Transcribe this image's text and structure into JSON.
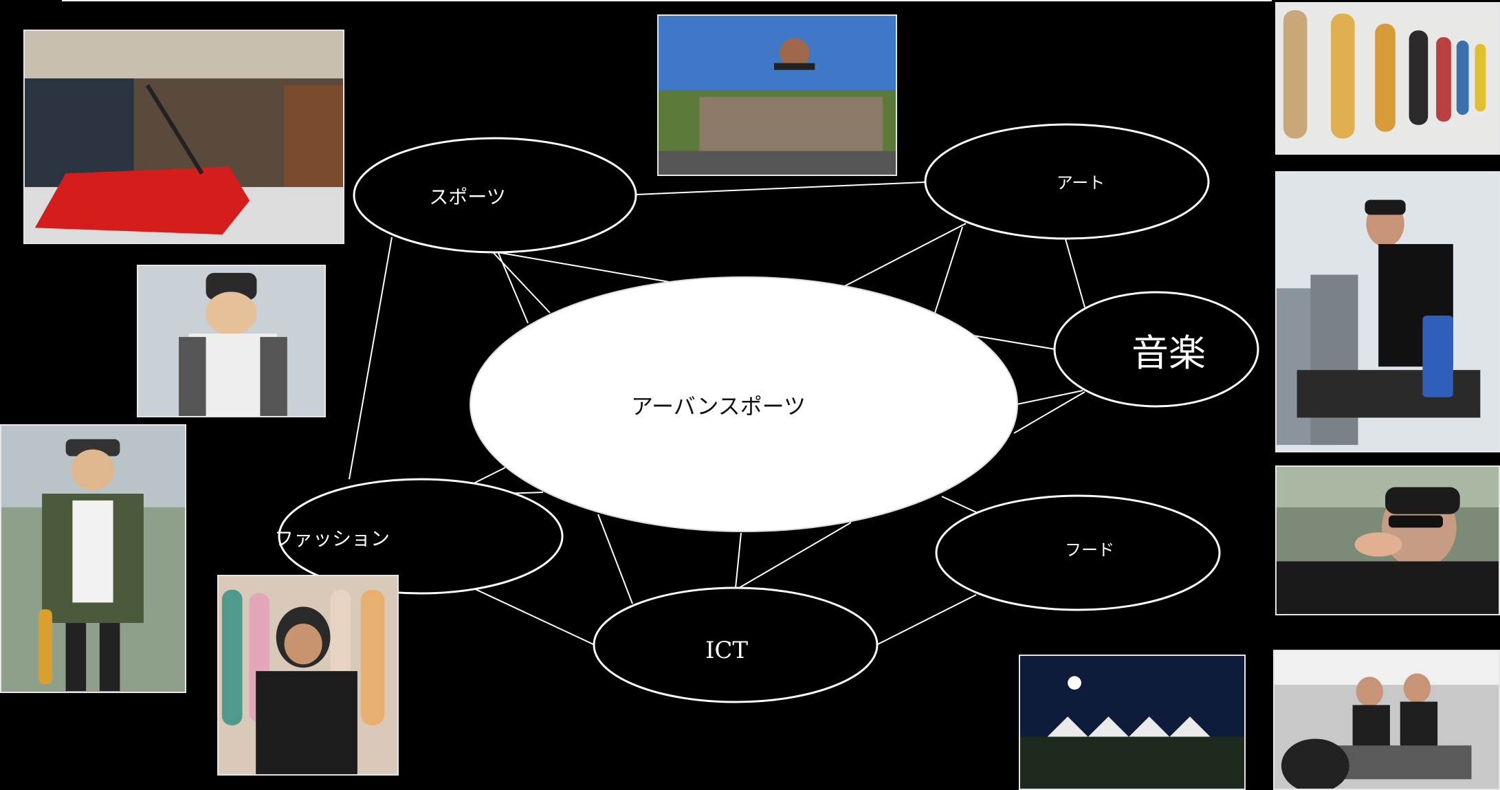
{
  "center": {
    "label": "アーバンスポーツ"
  },
  "nodes": [
    {
      "id": "sports",
      "label": "スポーツ"
    },
    {
      "id": "art",
      "label": "アート"
    },
    {
      "id": "music",
      "label": "音楽"
    },
    {
      "id": "food",
      "label": "フード"
    },
    {
      "id": "ict",
      "label": "ICT"
    },
    {
      "id": "fashion",
      "label": "ファッション"
    }
  ],
  "photos": [
    {
      "name": "photo-palace-skate-store",
      "icon": "store-interior-photo"
    },
    {
      "name": "photo-skateboard-jump",
      "icon": "skateboarder-crowd-photo"
    },
    {
      "name": "photo-skateboard-decks",
      "icon": "skateboard-decks-photo"
    },
    {
      "name": "photo-beanie-girl",
      "icon": "street-fashion-photo"
    },
    {
      "name": "photo-dj",
      "icon": "dj-performance-photo"
    },
    {
      "name": "photo-street-fashion",
      "icon": "street-fashion-photo"
    },
    {
      "name": "photo-rapper",
      "icon": "rapper-microphone-photo"
    },
    {
      "name": "photo-hoodie-boy",
      "icon": "skateboard-wall-photo"
    },
    {
      "name": "photo-night-festival",
      "icon": "night-tents-photo"
    },
    {
      "name": "photo-food-stall",
      "icon": "food-stall-photo"
    }
  ],
  "colors": {
    "background": "#000000",
    "line": "#ffffff",
    "center_fill": "#ffffff"
  }
}
